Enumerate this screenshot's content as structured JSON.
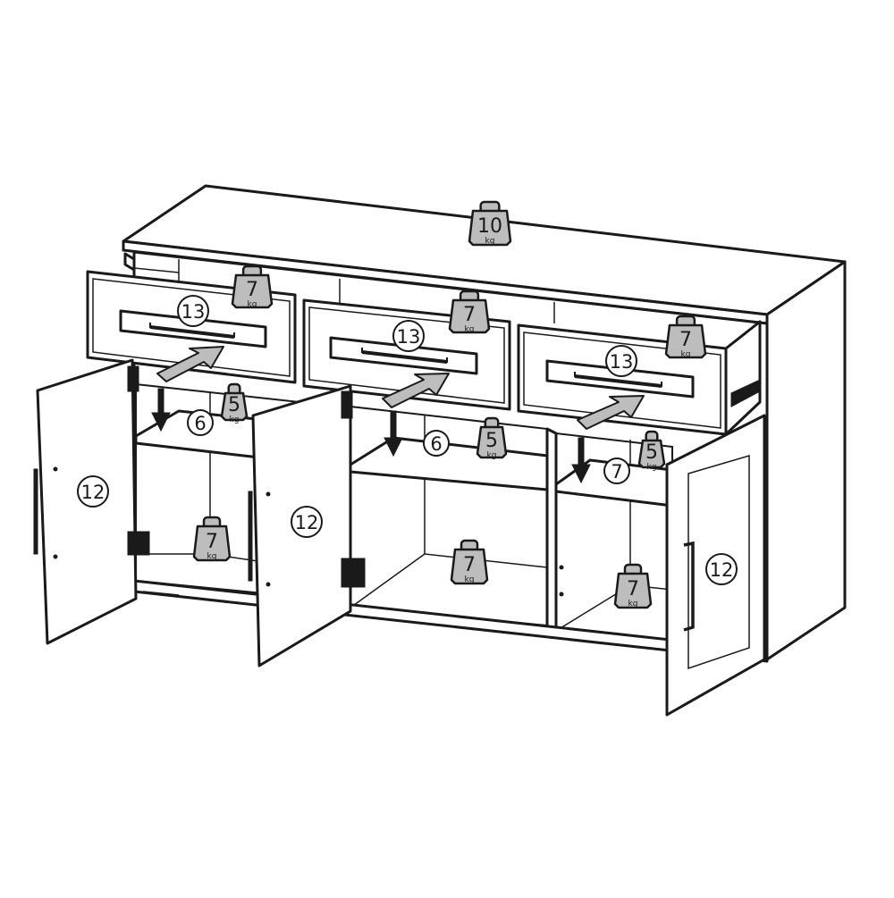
{
  "colors": {
    "line": "#1a1a1a",
    "weight_fill": "#bdbdbd",
    "arrow_fill": "#bdbdbd",
    "background": "#ffffff"
  },
  "top": {
    "load": "10",
    "unit": "kg"
  },
  "drawers": [
    {
      "part": "13",
      "load": "7",
      "unit": "kg"
    },
    {
      "part": "13",
      "load": "7",
      "unit": "kg"
    },
    {
      "part": "13",
      "load": "7",
      "unit": "kg"
    }
  ],
  "shelves": [
    {
      "part": "6",
      "load": "5",
      "unit": "kg"
    },
    {
      "part": "6",
      "load": "5",
      "unit": "kg"
    },
    {
      "part": "7",
      "load": "5",
      "unit": "kg"
    }
  ],
  "bottoms": [
    {
      "load": "7",
      "unit": "kg"
    },
    {
      "load": "7",
      "unit": "kg"
    },
    {
      "load": "7",
      "unit": "kg"
    }
  ],
  "doors": [
    {
      "part": "12"
    },
    {
      "part": "12"
    },
    {
      "part": "12"
    }
  ]
}
